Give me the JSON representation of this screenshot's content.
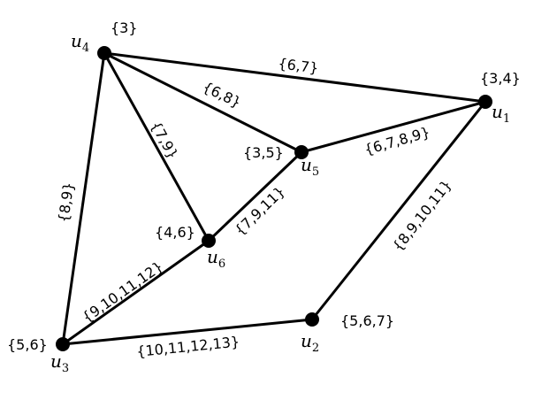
{
  "graph": {
    "vertices": {
      "u1": {
        "name": "u",
        "sub": "1",
        "set": "{3,4}"
      },
      "u2": {
        "name": "u",
        "sub": "2",
        "set": "{5,6,7}"
      },
      "u3": {
        "name": "u",
        "sub": "3",
        "set": "{5,6}"
      },
      "u4": {
        "name": "u",
        "sub": "4",
        "set": "{3}"
      },
      "u5": {
        "name": "u",
        "sub": "5",
        "set": "{3,5}"
      },
      "u6": {
        "name": "u",
        "sub": "6",
        "set": "{4,6}"
      }
    },
    "edges": {
      "u4_u1": {
        "from": "u4",
        "to": "u1",
        "label": "{6,7}"
      },
      "u4_u5": {
        "from": "u4",
        "to": "u5",
        "label": "{6,8}"
      },
      "u4_u6": {
        "from": "u4",
        "to": "u6",
        "label": "{7,9}"
      },
      "u4_u3": {
        "from": "u4",
        "to": "u3",
        "label": "{8,9}"
      },
      "u5_u1": {
        "from": "u5",
        "to": "u1",
        "label": "{6,7,8,9}"
      },
      "u6_u5": {
        "from": "u6",
        "to": "u5",
        "label": "{7,9,11}"
      },
      "u1_u2": {
        "from": "u1",
        "to": "u2",
        "label": "{8,9,10,11}"
      },
      "u3_u6": {
        "from": "u3",
        "to": "u6",
        "label": "{9,10,11,12}"
      },
      "u3_u2": {
        "from": "u3",
        "to": "u2",
        "label": "{10,11,12,13}"
      }
    }
  }
}
